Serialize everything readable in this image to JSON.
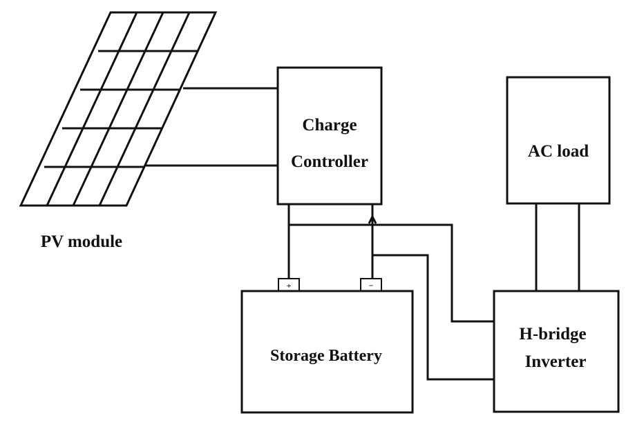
{
  "labels": {
    "pv_module": "PV module",
    "charge_controller_line1": "Charge",
    "charge_controller_line2": "Controller",
    "ac_load": "AC load",
    "storage_battery": "Storage Battery",
    "inverter_line1": "H-bridge",
    "inverter_line2": "Inverter",
    "terminal_positive": "+",
    "terminal_negative": "−"
  }
}
